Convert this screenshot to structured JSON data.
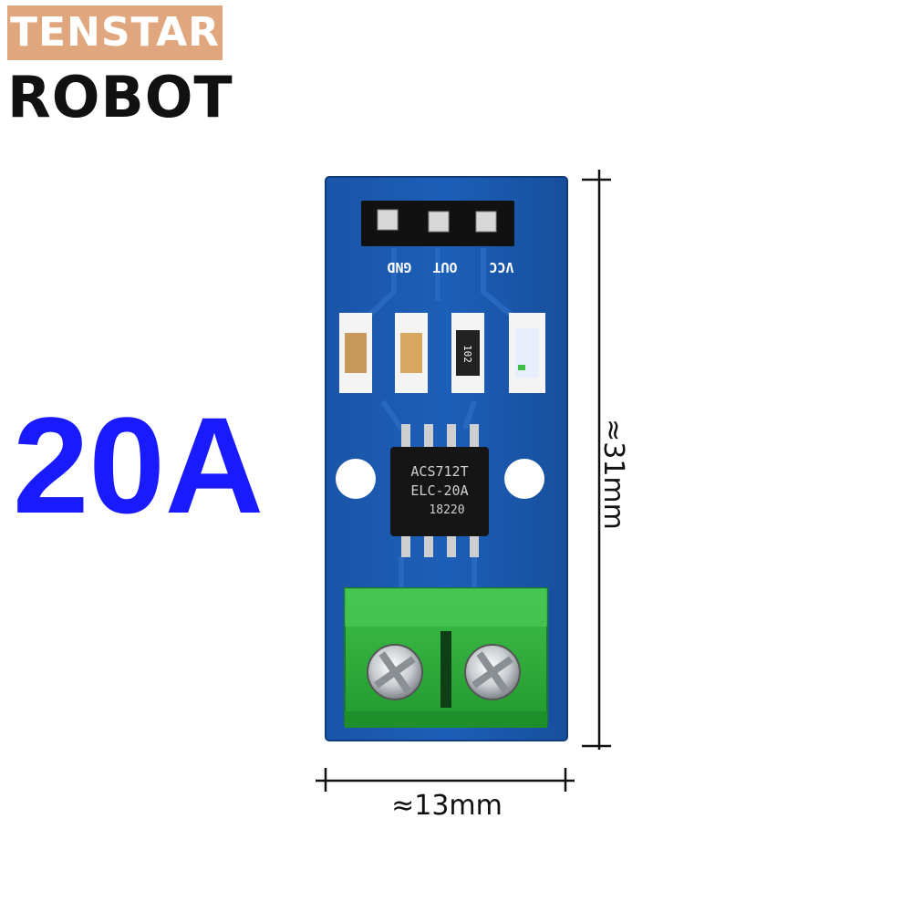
{
  "brand": {
    "line1": "TENSTAR",
    "line2": "ROBOT"
  },
  "rating": "20A",
  "board": {
    "pins": [
      "GND",
      "OUT",
      "VCC"
    ],
    "resistor_code": "102",
    "chip_lines": [
      "ACS712T",
      "ELC-20A",
      "18220"
    ]
  },
  "dimensions": {
    "width": "≈13mm",
    "height": "≈31mm"
  }
}
